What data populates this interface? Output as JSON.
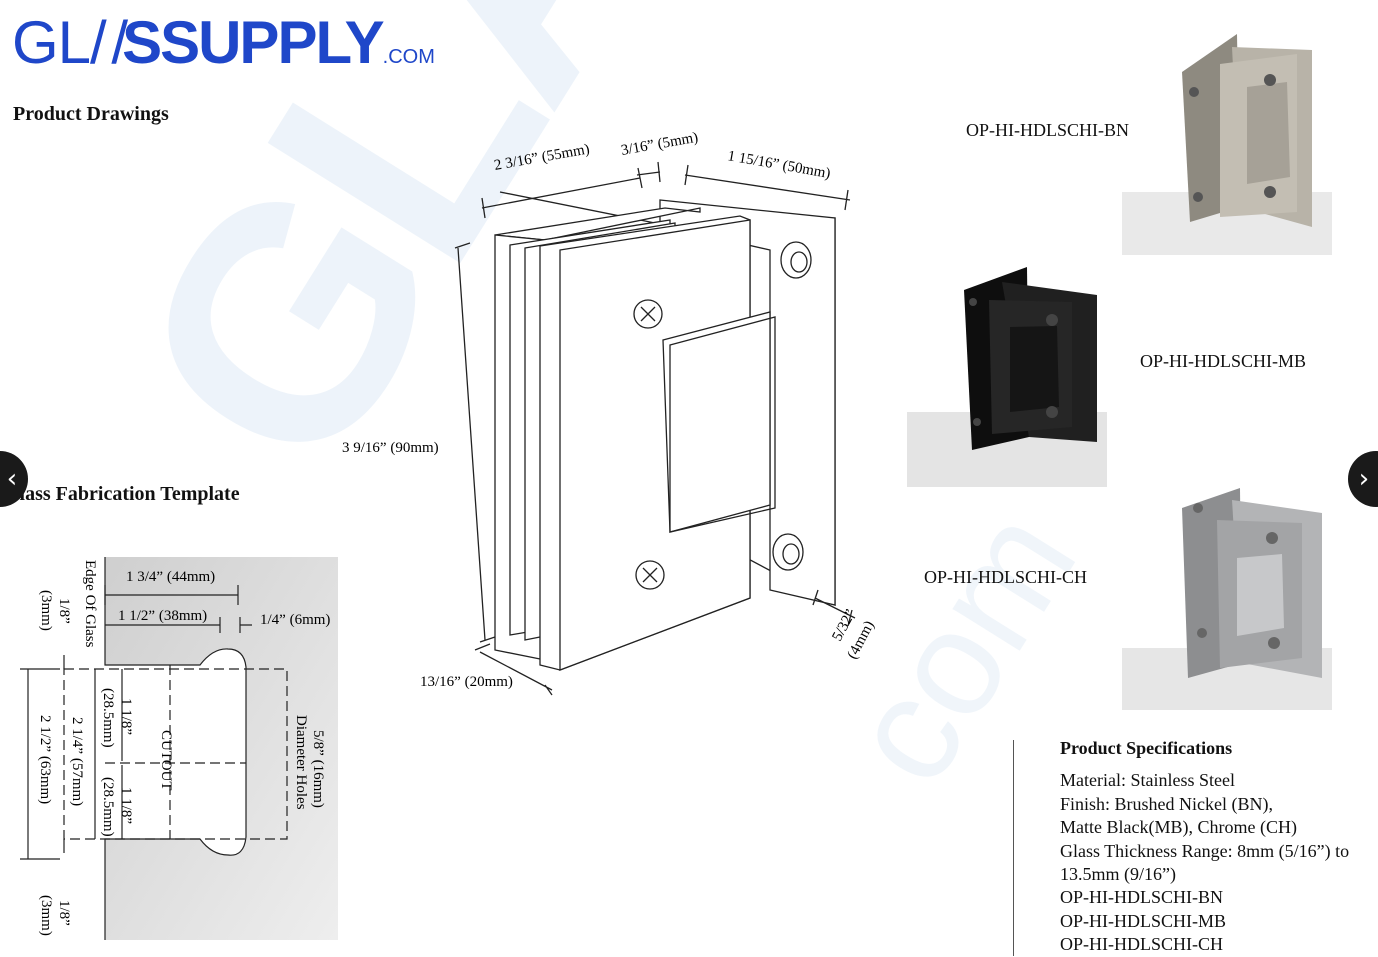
{
  "logo": {
    "part1": "GL",
    "part2": "/ /",
    "part3": "SSUPPLY",
    "suffix": ".COM"
  },
  "watermark": {
    "text": "GLASSUPPLY",
    "domain": "com"
  },
  "sections": {
    "product_drawings": "Product Drawings",
    "fabrication_template": "Glass Fabrication Template"
  },
  "drawing_dims": {
    "width": "2 3/16” (55mm)",
    "gap": "3/16” (5mm)",
    "depth": "1 15/16” (50mm)",
    "height": "3 9/16” (90mm)",
    "thickness": "13/16” (20mm)",
    "plate_line1": "5/32”",
    "plate_line2": "(4mm)"
  },
  "template_dims": {
    "w44": "1 3/4” (44mm)",
    "w38": "1 1/2” (38mm)",
    "w6": "1/4” (6mm)",
    "edge": "Edge Of Glass",
    "top_eighth": "1/8”",
    "top_3mm": "(3mm)",
    "h63": "2 1/2” (63mm)",
    "h57": "2 1/4” (57mm)",
    "h28a_1": "1 1/8”",
    "h28a_2": "(28.5mm)",
    "h28b_1": "1 1/8”",
    "h28b_2": "(28.5mm)",
    "cutout": "CUTOUT",
    "holes_1": "5/8” (16mm)",
    "holes_2": "Diameter Holes",
    "bot_eighth": "1/8”",
    "bot_3mm": "(3mm)"
  },
  "products": [
    {
      "code": "OP-HI-HDLSCHI-BN",
      "finish_color": "#b8b3a8"
    },
    {
      "code": "OP-HI-HDLSCHI-MB",
      "finish_color": "#1c1c1c"
    },
    {
      "code": "OP-HI-HDLSCHI-CH",
      "finish_color": "#a9aaab"
    }
  ],
  "specs": {
    "title": "Product Specifications",
    "lines": [
      "Material: Stainless Steel",
      "Finish: Brushed Nickel (BN),",
      "Matte Black(MB), Chrome (CH)",
      "Glass Thickness Range: 8mm (5/16”) to",
      "13.5mm (9/16”)",
      "OP-HI-HDLSCHI-BN",
      "OP-HI-HDLSCHI-MB",
      "OP-HI-HDLSCHI-CH"
    ]
  },
  "nav": {
    "prev": "‹",
    "next": "›"
  }
}
